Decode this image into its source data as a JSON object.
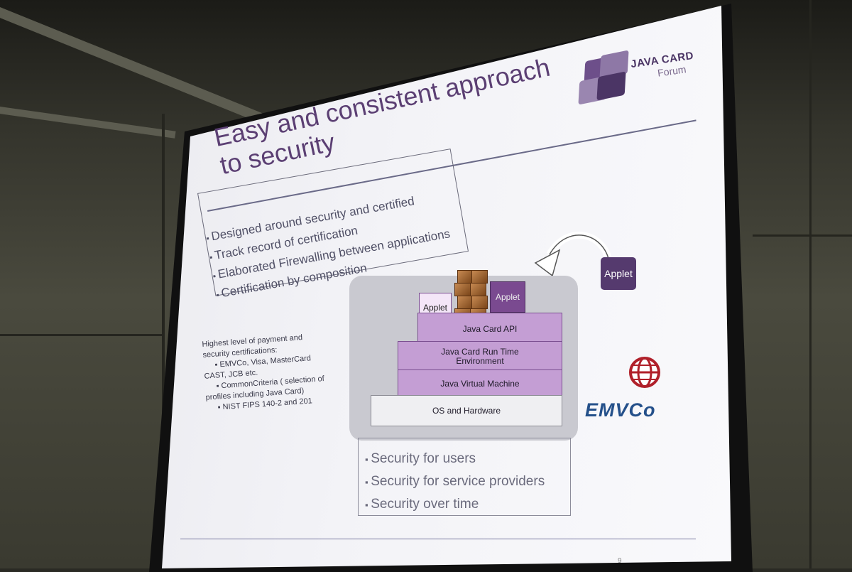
{
  "slide": {
    "title_line1": "Easy and consistent approach",
    "title_line2": "to security",
    "logo": {
      "line1": "JAVA CARD",
      "line2": "Forum"
    },
    "bullets_top": [
      "Designed around security and certified",
      "Track record of certification",
      "Elaborated Firewalling between applications",
      "Certification by composition"
    ],
    "certifications": {
      "intro_line1": "Highest level of payment and",
      "intro_line2": "security certifications:",
      "item1_line1": "▪ EMVCo, Visa, MasterCard",
      "item1_line2": "CAST, JCB etc.",
      "item2_line1": "▪ CommonCriteria ( selection of",
      "item2_line2": "profiles including Java Card)",
      "item3": "▪ NIST FIPS 140-2 and 201"
    },
    "architecture": {
      "applet_left": "Applet",
      "applet_middle": "Applet",
      "applet_outside": "Applet",
      "layer_api": "Java Card API",
      "layer_runtime_line1": "Java Card Run Time",
      "layer_runtime_line2": "Environment",
      "layer_jvm": "Java Virtual Machine",
      "layer_os": "OS and Hardware"
    },
    "bullets_bottom": [
      "Security for users",
      "Security for service providers",
      "Security over time"
    ],
    "emvco_logo": "EMVCo",
    "page_number": "9"
  },
  "colors": {
    "title": "#5b3f73",
    "layer_fill": "#c49ed4",
    "applet_dark": "#553a6e",
    "emvco_blue": "#24508a"
  }
}
